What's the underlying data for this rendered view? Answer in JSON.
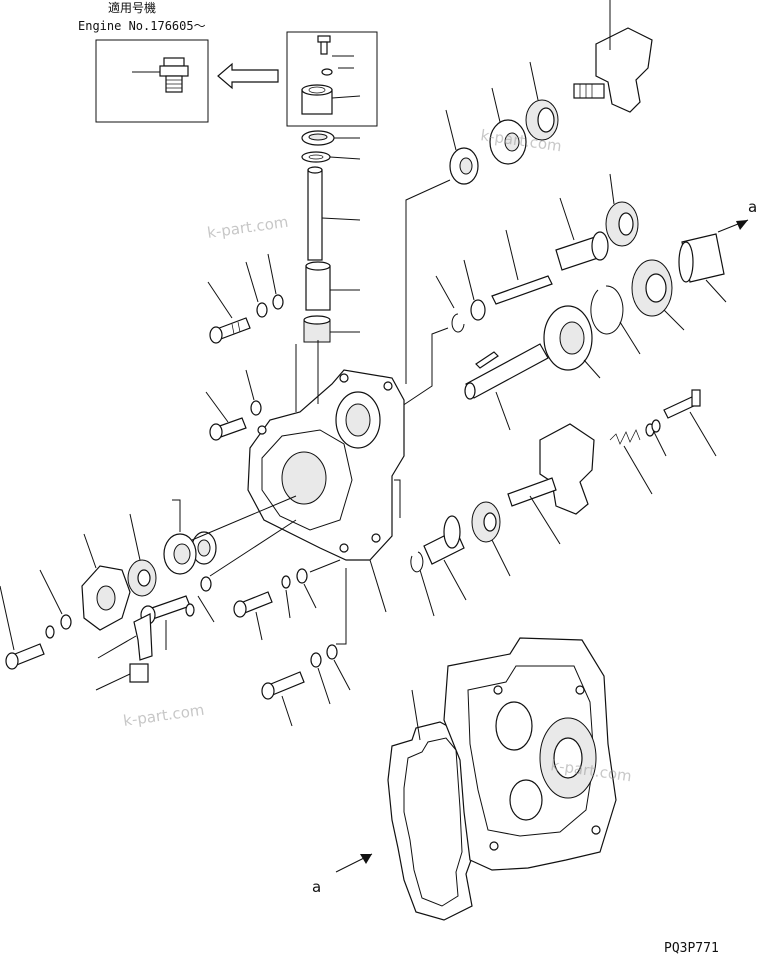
{
  "header": {
    "applicable_label": "適用号機",
    "engine_serial": "Engine No.176605～"
  },
  "callouts": {
    "section_a_right": "a",
    "section_a_left": "a"
  },
  "watermarks": [
    "k-part.com",
    "k-part.com",
    "k-part.com",
    "k-part.com"
  ],
  "drawing_code": "PQ3P771"
}
